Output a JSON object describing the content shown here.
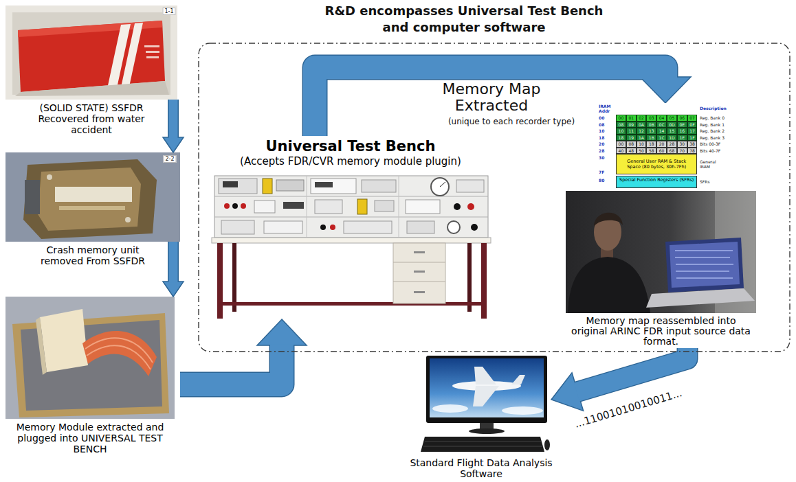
{
  "diagram": {
    "nodes": [
      {
        "text": [
          "R&D encompasses Universal Test Bench and computer software"
        ]
      },
      {
        "text": [
          "(SOLID STATE) SSFDR Recovered from water accident"
        ]
      },
      {
        "text": [
          "Crash memory unit removed From SSFDR"
        ]
      },
      {
        "text": [
          "Memory Module extracted and plugged into UNIVERSAL TEST BENCH"
        ]
      },
      {
        "text": [
          "Universal Test Bench",
          "(Accepts FDR/CVR memory module plugin)"
        ],
        "in": 0
      },
      {
        "text": [
          "IRAM Addr",
          "Description",
          "00",
          "00",
          "01",
          "02",
          "03",
          "04",
          "05",
          "06",
          "07",
          "Reg. Bank 0",
          "08",
          "08",
          "09",
          "0A",
          "0B",
          "0C",
          "0D",
          "0E",
          "0F",
          "Reg. Bank 1",
          "10",
          "10",
          "11",
          "12",
          "13",
          "14",
          "15",
          "16",
          "17",
          "Reg. Bank 2",
          "18",
          "18",
          "19",
          "1A",
          "1B",
          "1C",
          "1D",
          "1E",
          "1F",
          "Reg. Bank 3",
          "20",
          "00",
          "08",
          "10",
          "18",
          "20",
          "28",
          "30",
          "38",
          "Bits 00-3F",
          "28",
          "40",
          "48",
          "50",
          "58",
          "60",
          "68",
          "70",
          "78",
          "Bits 40-7F",
          "30",
          "General User RAM & Stack Space (80 bytes, 30h-7Fh)",
          "General IRAM",
          "7F",
          "80",
          "Special Function Registers (SFRs)",
          "SFRs"
        ],
        "in": 0
      },
      {
        "text": [
          "Memory map reassembled into original ARINC FDR input source data format."
        ],
        "in": 0
      },
      {
        "text": [
          "Standard Flight Data Analysis Software"
        ]
      }
    ],
    "edges": [
      {
        "from": 1,
        "to": 2,
        "arrow": "to"
      },
      {
        "from": 2,
        "to": 3,
        "arrow": "to"
      },
      {
        "from": 3,
        "to": 4,
        "arrow": "to"
      },
      {
        "from": 4,
        "to": 5,
        "label": "Memory Map Extracted",
        "arrow": "to"
      },
      {
        "from": 6,
        "to": 7,
        "label": "...11001010010011...",
        "arrow": "to"
      }
    ],
    "labels": [
      "(unique to each recorder type)",
      "1-1",
      "2-2"
    ]
  }
}
